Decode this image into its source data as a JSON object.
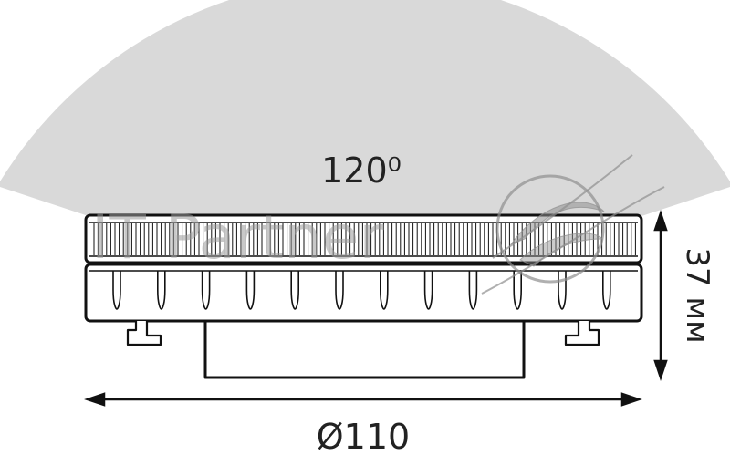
{
  "beam_angle_label": "120⁰",
  "height_label": "37 мм",
  "diameter_label": "Ø110",
  "watermark": {
    "text": "IT Partner"
  },
  "colors": {
    "beam_fill": "#d9d9d9",
    "outline": "#111111",
    "watermark": "#9a9a9a"
  }
}
